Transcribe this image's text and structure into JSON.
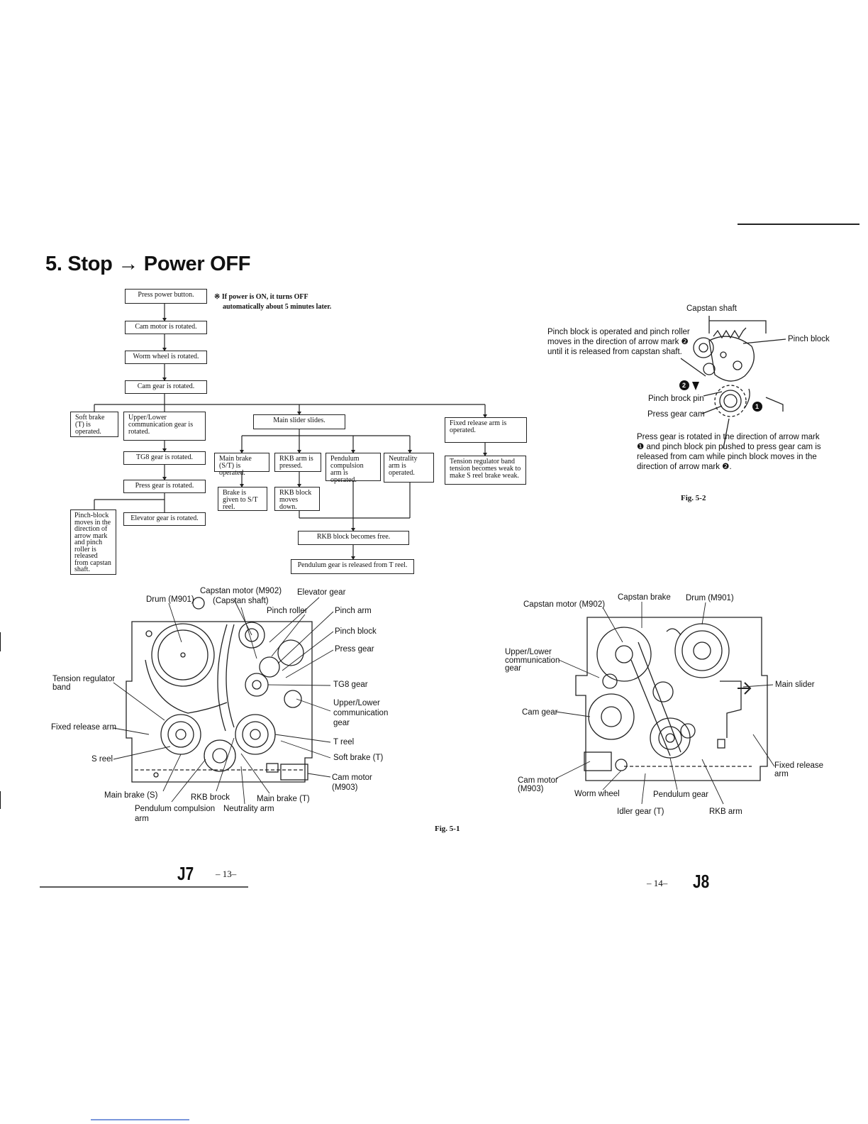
{
  "title": "5. Stop → Power OFF",
  "note": {
    "mark": "※",
    "line1": "If power is ON, it turns OFF",
    "line2": "automatically about 5 minutes later."
  },
  "flow": {
    "press_power": "Press power button.",
    "cam_motor": "Cam motor is rotated.",
    "worm_wheel": "Worm wheel is rotated.",
    "cam_gear": "Cam gear is rotated.",
    "soft_brake": "Soft brake (T) is operated.",
    "upper_lower": "Upper/Lower communication gear is rotated.",
    "tg8": "TG8 gear is rotated.",
    "press_gear": "Press gear is rotated.",
    "pinch_block": "Pinch-block moves in the direction of arrow mark and pinch roller is released from capstan shaft.",
    "elevator": "Elevator gear is rotated.",
    "main_slider": "Main slider slides.",
    "main_brake": "Main brake (S/T) is operated.",
    "brake_given": "Brake is given to S/T reel.",
    "rkb_arm": "RKB arm is pressed.",
    "rkb_block": "RKB block moves down.",
    "pendulum": "Pendulum compulsion arm is operated.",
    "neutrality": "Neutrality arm is operated.",
    "rkb_free": "RKB block becomes free.",
    "pendulum_released": "Pendulum gear is released from T reel.",
    "fixed_release": "Fixed release arm is operated.",
    "tension": "Tension regulator band tension becomes weak to make S reel brake weak."
  },
  "fig51_labels": {
    "drum": "Drum (M901)",
    "capstan_motor": "Capstan motor (M902)",
    "capstan_shaft": "(Capstan shaft)",
    "elevator_gear": "Elevator gear",
    "pinch_roller": "Pinch roller",
    "pinch_arm": "Pinch arm",
    "pinch_block": "Pinch block",
    "press_gear": "Press gear",
    "tension_band": "Tension regulator band",
    "tg8_gear": "TG8 gear",
    "upper_lower": "Upper/Lower communication gear",
    "fixed_release": "Fixed release arm",
    "s_reel": "S reel",
    "t_reel": "T reel",
    "soft_brake": "Soft brake (T)",
    "cam_motor": "Cam motor (M903)",
    "main_brake_s": "Main brake (S)",
    "rkb_brock": "RKB brock",
    "main_brake_t": "Main brake (T)",
    "pendulum_arm": "Pendulum compulsion arm",
    "neutrality_arm": "Neutrality arm"
  },
  "fig51_right_labels": {
    "capstan_motor": "Capstan motor (M902)",
    "capstan_brake": "Capstan brake",
    "drum": "Drum (M901)",
    "upper_lower": "Upper/Lower communication gear",
    "main_slider": "Main slider",
    "cam_gear": "Cam gear",
    "fixed_release": "Fixed release arm",
    "cam_motor": "Cam motor (M903)",
    "worm_wheel": "Worm wheel",
    "pendulum_gear": "Pendulum gear",
    "idler_gear": "Idler gear (T)",
    "rkb_arm": "RKB arm"
  },
  "fig52": {
    "capstan_shaft": "Capstan shaft",
    "pinch_block": "Pinch block",
    "note2": "Pinch block is operated and pinch roller moves in the direction of arrow mark ❷ until it is released from capstan shaft.",
    "pinch_pin": "Pinch brock pin",
    "press_cam": "Press gear cam",
    "note1": "Press gear is rotated in the direction of arrow mark ❶ and pinch block pin pushed to press gear cam is released from cam while pinch block moves in the direction of arrow mark ❷.",
    "caption": "Fig. 5-2"
  },
  "fig51_caption": "Fig. 5-1",
  "footer": {
    "left_code": "J7",
    "left_page": "– 13–",
    "right_page": "– 14–",
    "right_code": "J8"
  }
}
